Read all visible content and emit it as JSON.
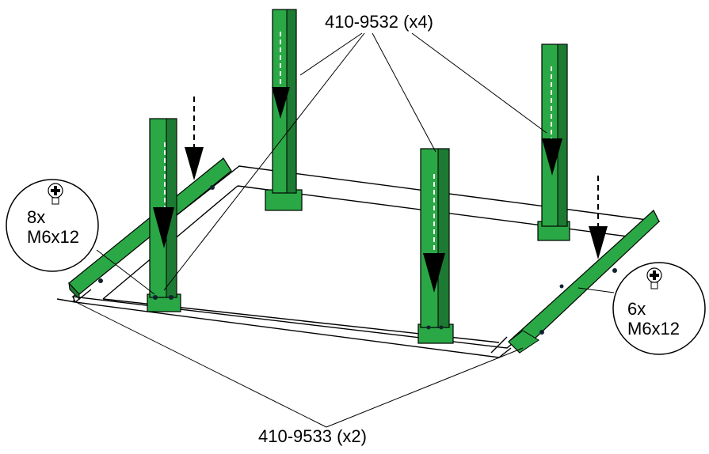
{
  "colors": {
    "green": "#2aa845",
    "green_dark": "#1d7a32",
    "green_light": "#6fd27f",
    "frame": "#ffffff",
    "outline": "#000000"
  },
  "labels": {
    "legs_part": "410-9532 (x4)",
    "rails_part": "410-9533 (x2)"
  },
  "callouts": {
    "left": {
      "qty": "8x",
      "screw": "M6x12",
      "icon": "hex-bolt-icon"
    },
    "right": {
      "qty": "6x",
      "screw": "M6x12",
      "icon": "hex-bolt-icon"
    }
  }
}
